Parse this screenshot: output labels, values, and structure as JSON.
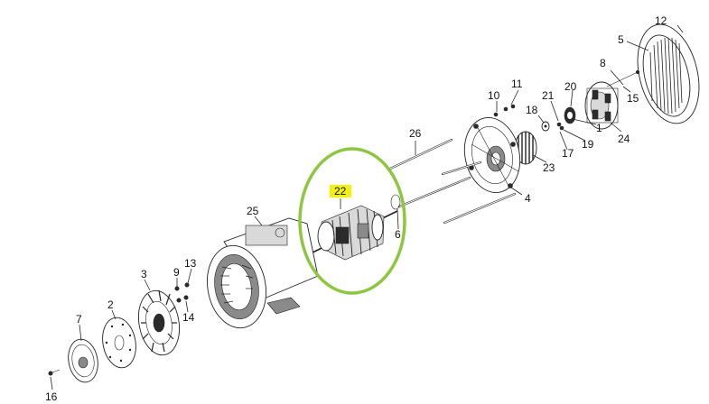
{
  "diagram": {
    "highlight_color": "#8dc63f",
    "highlight_label_bg": "#f2f20a",
    "callouts": {
      "c1": "1",
      "c2": "2",
      "c3": "3",
      "c4": "4",
      "c5": "5",
      "c6": "6",
      "c7": "7",
      "c8": "8",
      "c9": "9",
      "c10": "10",
      "c11": "11",
      "c12": "12",
      "c13": "13",
      "c14": "14",
      "c15": "15",
      "c16": "16",
      "c17": "17",
      "c18": "18",
      "c19": "19",
      "c20": "20",
      "c21": "21",
      "c22": "22",
      "c23": "23",
      "c24": "24",
      "c25": "25",
      "c26": "26"
    }
  }
}
